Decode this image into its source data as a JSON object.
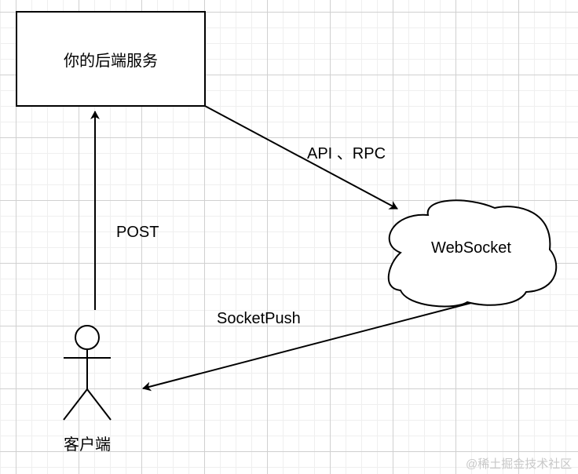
{
  "diagram": {
    "nodes": {
      "backend": {
        "label": "你的后端服务",
        "shape": "rectangle"
      },
      "websocket": {
        "label": "WebSocket",
        "shape": "cloud"
      },
      "client": {
        "label": "客户端",
        "shape": "actor"
      }
    },
    "edges": [
      {
        "from": "client",
        "to": "backend",
        "label": "POST"
      },
      {
        "from": "backend",
        "to": "websocket",
        "label": "API 、RPC"
      },
      {
        "from": "websocket",
        "to": "client",
        "label": "SocketPush"
      }
    ],
    "colors": {
      "stroke": "#000000",
      "grid_major": "#d0d0d0",
      "grid_minor": "#efefef"
    }
  },
  "watermark": "@稀土掘金技术社区"
}
